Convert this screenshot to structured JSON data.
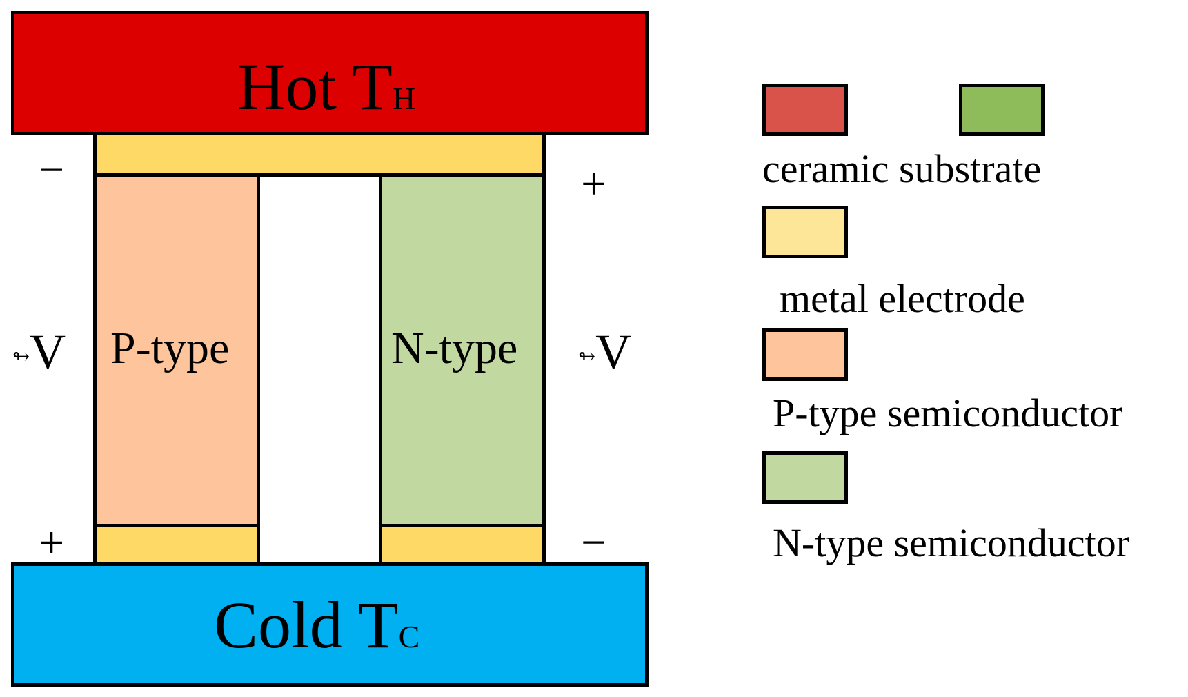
{
  "diagram": {
    "hot": {
      "label": "Hot T",
      "subscript": "H"
    },
    "cold": {
      "label": "Cold T",
      "subscript": "C"
    },
    "p_leg": {
      "label": "P-type"
    },
    "n_leg": {
      "label": "N-type"
    },
    "signs": {
      "top_left": "−",
      "top_right": "+",
      "bottom_left": "+",
      "bottom_right": "−"
    },
    "voltage": {
      "arrow": "↬",
      "label": "V"
    }
  },
  "legend": {
    "items": [
      {
        "label": "ceramic substrate",
        "colors": [
          "#d9534a",
          "#8fbc5a"
        ]
      },
      {
        "label": "metal electrode",
        "colors": [
          "#fee698"
        ]
      },
      {
        "label": "P-type semiconductor",
        "colors": [
          "#fec49c"
        ]
      },
      {
        "label": "N-type semiconductor",
        "colors": [
          "#c1d9a0"
        ]
      }
    ]
  },
  "colors": {
    "hot_plate": "#dd0000",
    "cold_plate": "#00b0f0",
    "electrode": "#fed966"
  }
}
